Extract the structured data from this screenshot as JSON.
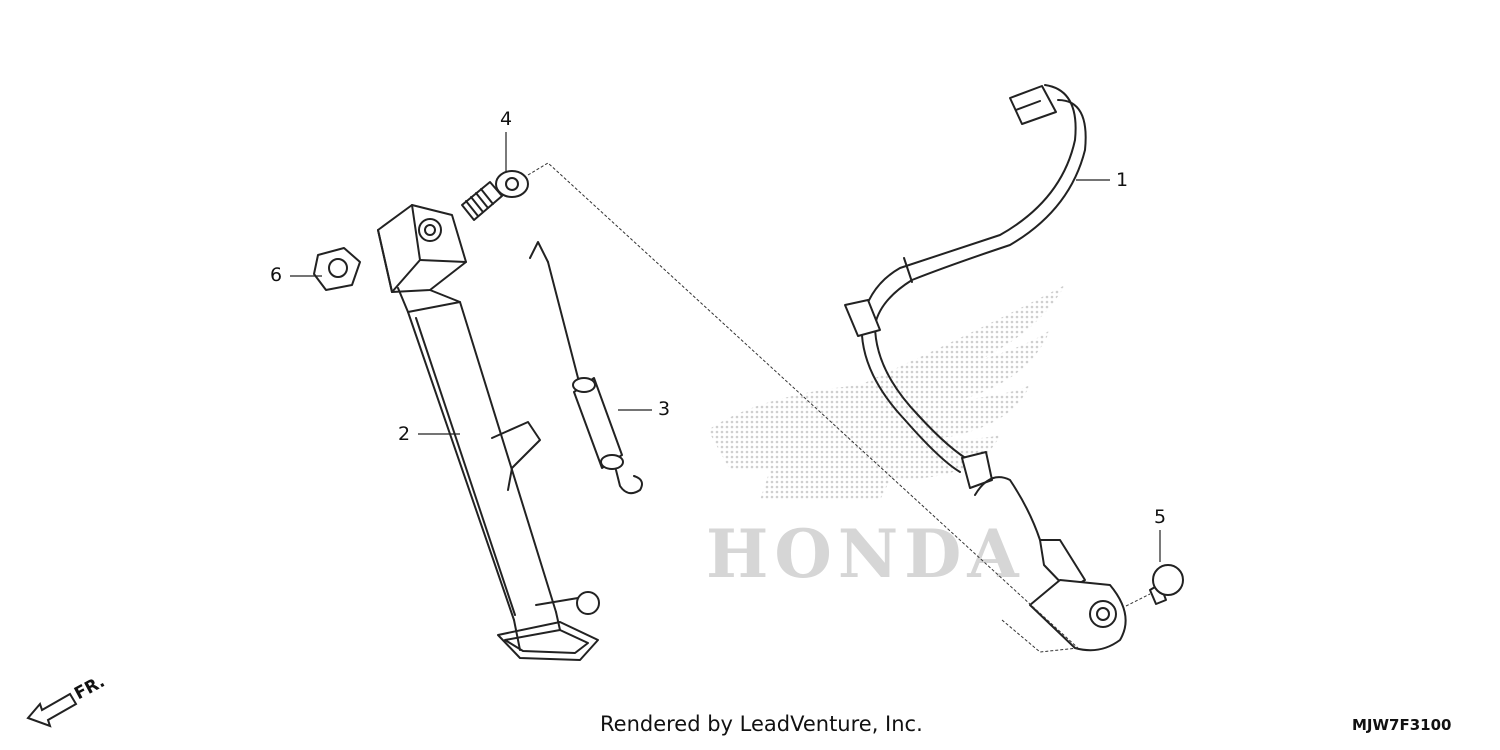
{
  "labels": {
    "p1": "1",
    "p2": "2",
    "p3": "3",
    "p4": "4",
    "p5": "5",
    "p6": "6"
  },
  "watermark": {
    "brand": "HONDA"
  },
  "direction": {
    "text": "FR."
  },
  "footer": {
    "credit": "Rendered by LeadVenture, Inc.",
    "code": "MJW7F3100"
  },
  "colors": {
    "line": "#222222",
    "watermark": "#d6d6d6"
  }
}
